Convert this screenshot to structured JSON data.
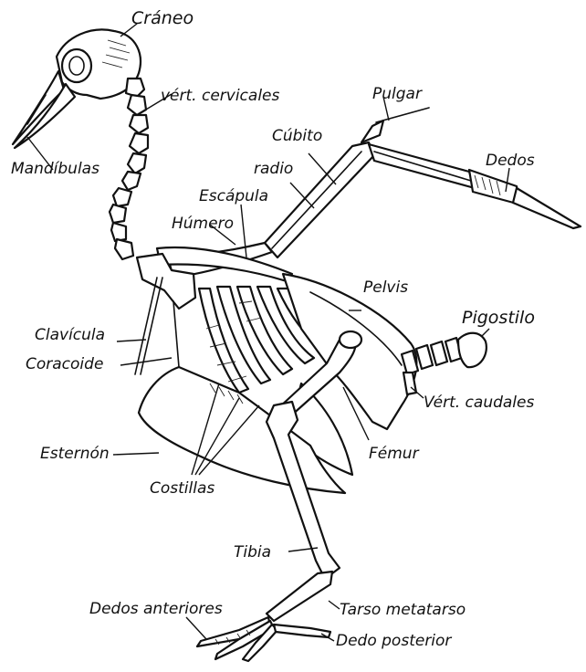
{
  "labels": {
    "craneo": "Cráneo",
    "vert_cervicales": "vért. cervicales",
    "pulgar": "Pulgar",
    "cubito": "Cúbito",
    "radio": "radio",
    "dedos": "Dedos",
    "mandibulas": "Mandíbulas",
    "escapula": "Escápula",
    "humero": "Húmero",
    "pelvis": "Pelvis",
    "pigostilo": "Pigostilo",
    "clavicula": "Clavícula",
    "coracoide": "Coracoide",
    "vert_caudales": "Vért. caudales",
    "esternon": "Esternón",
    "femur": "Fémur",
    "costillas": "Costillas",
    "tibia": "Tibia",
    "tarso_metatarso": "Tarso metatarso",
    "dedos_anteriores": "Dedos anteriores",
    "dedo_posterior": "Dedo posterior"
  }
}
